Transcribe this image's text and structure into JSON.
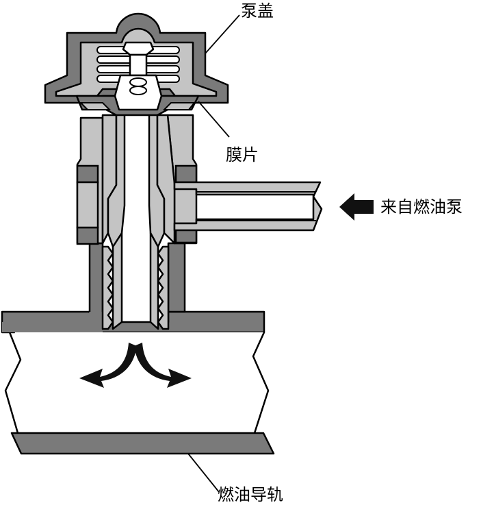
{
  "labels": {
    "cap": "泵盖",
    "diaphragm": "膜片",
    "from_pump": "来自燃油泵",
    "fuel_rail": "燃油导轨"
  },
  "colors": {
    "metal_dark": "#7a7a7a",
    "metal_light": "#c4c4c4",
    "outline": "#000000",
    "background": "#ffffff"
  }
}
